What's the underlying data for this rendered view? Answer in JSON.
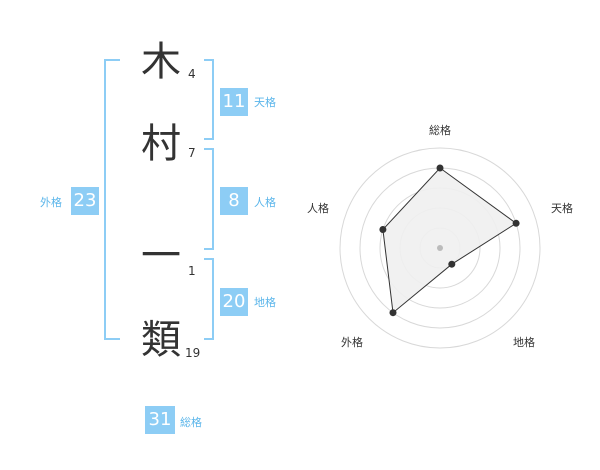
{
  "name": {
    "chars": [
      {
        "char": "木",
        "strokes": "4"
      },
      {
        "char": "村",
        "strokes": "7"
      },
      {
        "char": "一",
        "strokes": "1"
      },
      {
        "char": "類",
        "strokes": "19"
      }
    ]
  },
  "fortunes": {
    "tenkaku": {
      "value": "11",
      "label": "天格"
    },
    "jinkaku": {
      "value": "8",
      "label": "人格"
    },
    "chikaku": {
      "value": "20",
      "label": "地格"
    },
    "gaikaku": {
      "value": "23",
      "label": "外格"
    },
    "soukaku": {
      "value": "31",
      "label": "総格"
    }
  },
  "colors": {
    "accent": "#8dcdf5",
    "label": "#5ab5ea",
    "bracket": "#8dcdf5",
    "radar_fill": "#f0f0f0",
    "radar_ring": "#d8d8d8"
  },
  "chart_data": {
    "type": "radar",
    "axes": [
      "総格",
      "天格",
      "地格",
      "外格",
      "人格"
    ],
    "values": [
      4,
      4,
      1,
      4,
      3
    ],
    "rmax": 5,
    "rings": 5
  }
}
